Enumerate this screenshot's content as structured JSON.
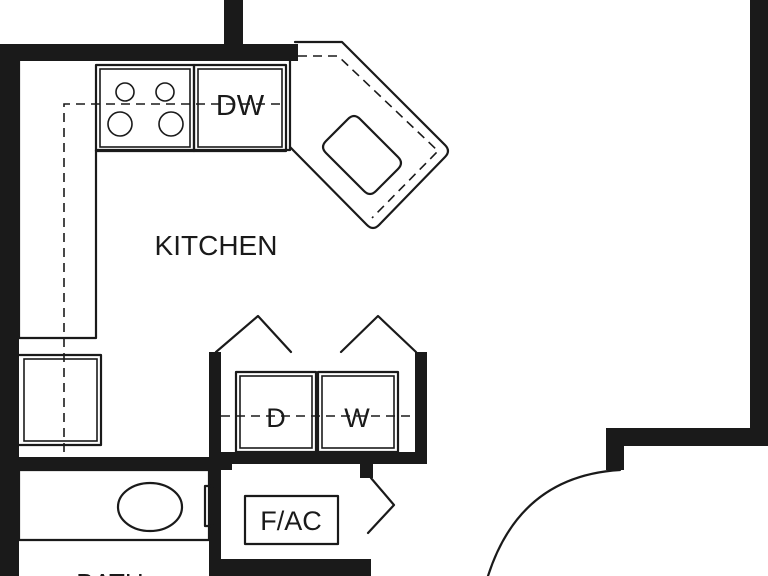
{
  "rooms": {
    "kitchen": "KITCHEN",
    "bath": "BATH"
  },
  "fixtures": {
    "dishwasher": "DW",
    "dryer": "D",
    "washer": "W",
    "furnace_ac": "F/AC"
  },
  "colors": {
    "wall": "#1a1a1a",
    "background": "#ffffff"
  }
}
